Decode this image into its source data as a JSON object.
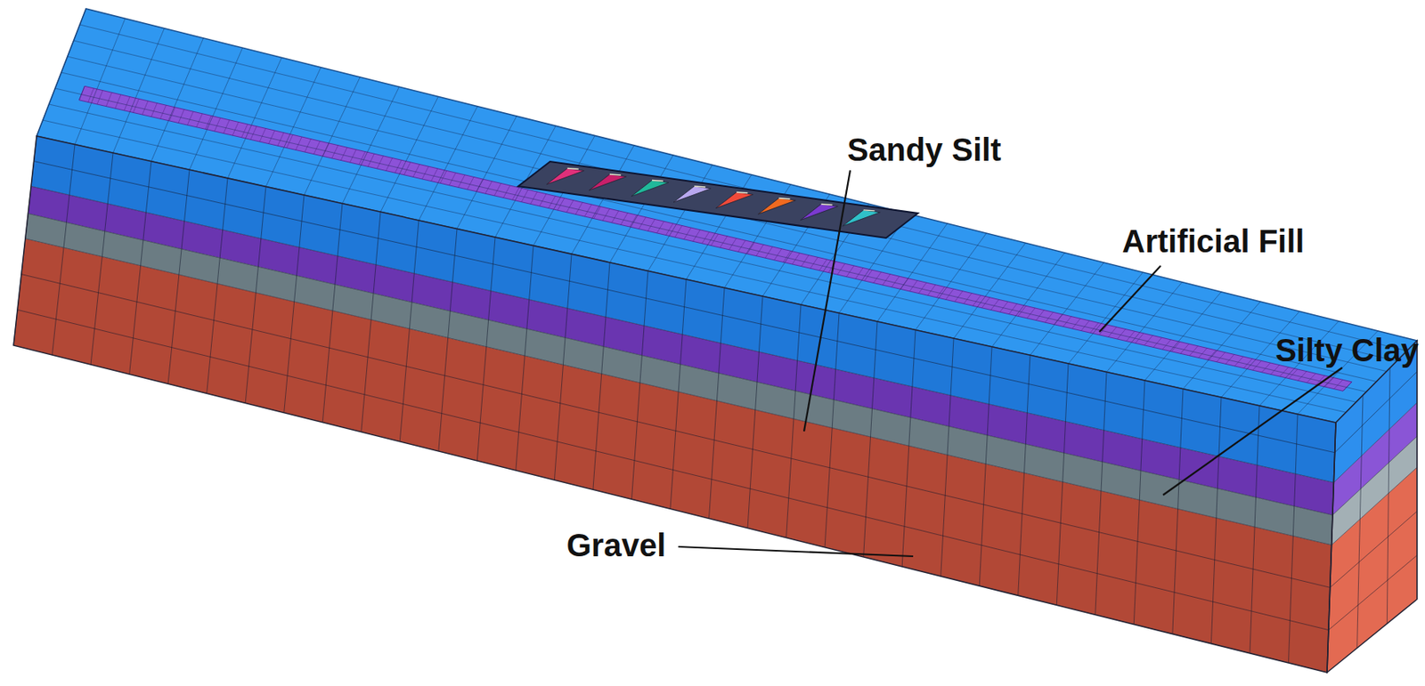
{
  "diagram": {
    "labels": [
      "Sandy Silt",
      "Artificial Fill",
      "Silty Clay",
      "Gravel"
    ]
  }
}
